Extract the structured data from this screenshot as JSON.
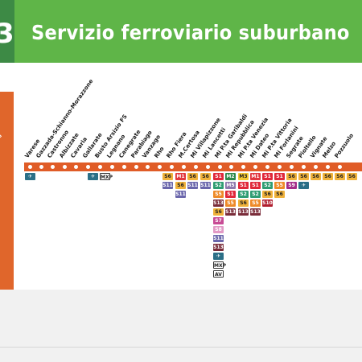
{
  "header": {
    "number": "3",
    "title": "Servizio ferroviario suburbano"
  },
  "side_mark": "›",
  "stations": [
    "Varese",
    "Gazzada-Schianno-Morazzone",
    "Castronno",
    "Albizzate",
    "Cavaria",
    "Gallarate",
    "Busto Arsizio FS",
    "Legnano",
    "Canegrate",
    "Parabiago",
    "Vanzago",
    "Rho",
    "Rho Fiera",
    "M.Certosa",
    "Mi Villapizzone",
    "Mi Lancetti",
    "Mi P.ta Garibaldi",
    "Mi Repubblica",
    "Mi P.ta Venezia",
    "Mi Dateo",
    "Mi P.ta Vittoria",
    "Mi Forlanini",
    "Segrate",
    "Pioltello",
    "Vignate",
    "Melzo",
    "Pozzuolo"
  ],
  "badges": {
    "varese": [
      "✈"
    ],
    "gallarate": [
      "✈",
      "MXP"
    ],
    "rho_col": [
      "S6",
      "S11"
    ],
    "rho_col2": [
      "S11"
    ],
    "rhofiera_col": [
      "M1",
      "S6"
    ],
    "certosa_col": [
      "S6",
      "S11"
    ],
    "villapizzone_col": [
      "S6",
      "S11"
    ],
    "lancetti_col": [
      "S1",
      "S2",
      "S5",
      "S13",
      "S6",
      "S7",
      "S8",
      "S11",
      "S13",
      "✈",
      "MXP",
      "AV"
    ],
    "garibaldi_a": [
      "M2",
      "M5",
      "S1",
      "S5",
      "S13"
    ],
    "garibaldi_b": [
      "M3",
      "S1",
      "S2",
      "S6",
      "S13"
    ],
    "repubblica": [
      "M1",
      "S1",
      "S2",
      "S5",
      "S13"
    ],
    "venezia": [
      "S1",
      "S2",
      "S6",
      "S10"
    ],
    "dateo": [
      "S1",
      "S5",
      "S6"
    ],
    "vittoria": [
      "S6",
      "S9"
    ],
    "forlanini": [
      "S6",
      "✈"
    ],
    "segrate": [
      "S6"
    ],
    "pioltello": [
      "S6"
    ],
    "vignate": [
      "S6"
    ],
    "melzo": [
      "S6"
    ]
  }
}
